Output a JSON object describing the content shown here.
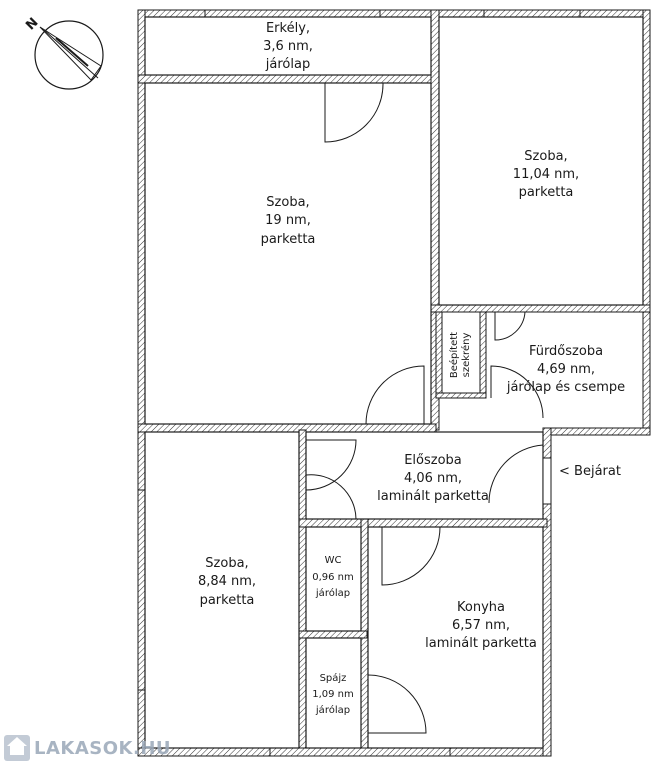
{
  "compass": {
    "north_label": "N",
    "icon": "north-arrow-icon"
  },
  "rooms": {
    "erkely": {
      "name": "Erkély,",
      "area": "3,6 nm,",
      "floor": "járólap"
    },
    "szoba1": {
      "name": "Szoba,",
      "area": "19 nm,",
      "floor": "parketta"
    },
    "szoba2": {
      "name": "Szoba,",
      "area": "11,04 nm,",
      "floor": "parketta"
    },
    "beepitett": {
      "line1": "Beépített",
      "line2": "szekrény"
    },
    "furdo": {
      "name": "Fürdőszoba",
      "area": "4,69 nm,",
      "floor": "járólap és csempe"
    },
    "eloszoba": {
      "name": "Előszoba",
      "area": "4,06 nm,",
      "floor": "laminált parketta"
    },
    "szoba3": {
      "name": "Szoba,",
      "area": "8,84 nm,",
      "floor": "parketta"
    },
    "wc": {
      "name": "WC",
      "area": "0,96 nm",
      "floor": "járólap"
    },
    "konyha": {
      "name": "Konyha",
      "area": "6,57 nm,",
      "floor": "laminált parketta"
    },
    "spajz": {
      "name": "Spájz",
      "area": "1,09 nm",
      "floor": "járólap"
    }
  },
  "entrance": {
    "label": "< Bejárat"
  },
  "watermark": {
    "text": "LAKASOK.HU"
  }
}
